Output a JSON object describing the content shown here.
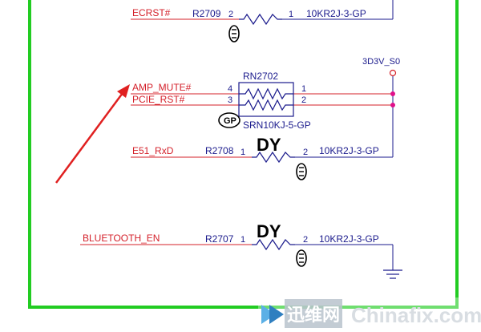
{
  "colors": {
    "border": "#22cc22",
    "net_wire": "#d4202a",
    "component": "#1a1a8c",
    "arrow": "#e02020",
    "dot": "#e0108a",
    "watermark": "#d8dde2"
  },
  "nets": {
    "ecrst": "ECRST#",
    "amp_mute": "AMP_MUTE#",
    "pcie_rst": "PCIE_RST#",
    "e51_rxd": "E51_RxD",
    "bluetooth_en": "BLUETOOTH_EN",
    "power": "3D3V_S0"
  },
  "parts": {
    "r2709": {
      "ref": "R2709",
      "value": "10KR2J-3-GP",
      "pin_left": "2",
      "pin_right": "1"
    },
    "rn2702": {
      "ref": "RN2702",
      "value": "SRN10KJ-5-GP",
      "pins": [
        "4",
        "3",
        "1",
        "2"
      ]
    },
    "r2708": {
      "ref": "R2708",
      "value": "10KR2J-3-GP",
      "pin_left": "1",
      "pin_right": "2"
    },
    "r2707": {
      "ref": "R2707",
      "value": "10KR2J-3-GP",
      "pin_left": "1",
      "pin_right": "2"
    }
  },
  "dy_labels": {
    "r2708": "DY",
    "r2707": "DY"
  },
  "watermark": {
    "cn": "迅维网",
    "en": "Chinafix.com"
  },
  "icons": {
    "arrow": "red-annotation-arrow",
    "ground": "ground-icon",
    "power_port": "power-port-icon",
    "gp_marks": "gp-mark-icon"
  }
}
